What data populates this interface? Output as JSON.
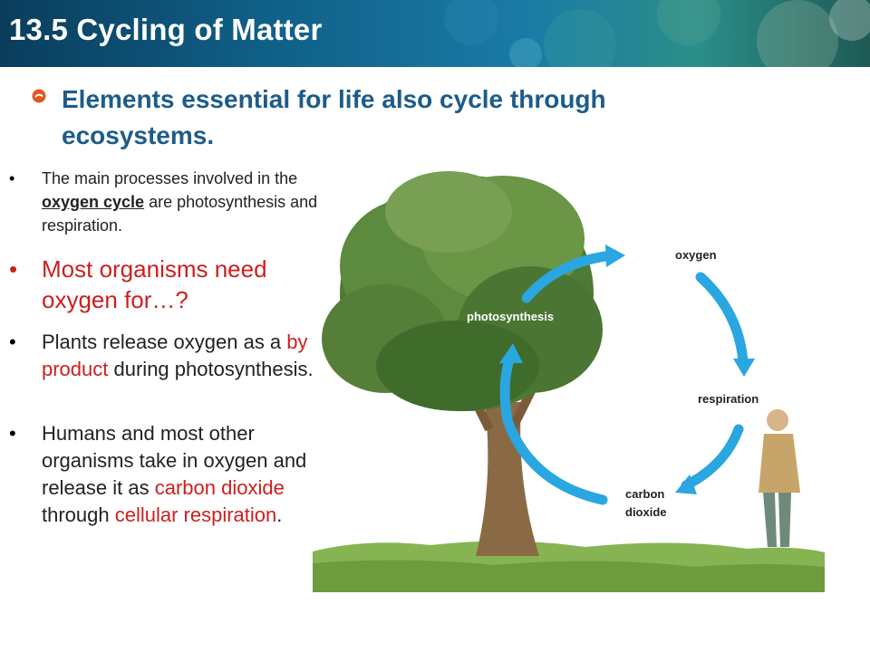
{
  "header": {
    "title": "13.5 Cycling of Matter"
  },
  "key_concept": {
    "text": "Elements essential for life also cycle through ecosystems."
  },
  "bullets": {
    "b1": {
      "p1": "The main processes involved in the ",
      "p2": "oxygen cycle",
      "p3": " are photosynthesis and respiration."
    },
    "b2": {
      "text": "Most organisms need oxygen for…?"
    },
    "b3": {
      "p1": "Plants release oxygen as a ",
      "p2": "by product",
      "p3": " during photosynthesis."
    },
    "b4": {
      "p1": "Humans and most other organisms take in oxygen and release it as ",
      "p2": "carbon dioxide",
      "p3": " through ",
      "p4": "cellular respiration",
      "p5": "."
    }
  },
  "diagram": {
    "labels": {
      "oxygen": "oxygen",
      "photosynthesis": "photosynthesis",
      "respiration": "respiration",
      "carbon": "carbon",
      "dioxide": "dioxide"
    },
    "colors": {
      "arrow": "#2aa6e0",
      "tree": "#4d7a35",
      "grass": "#86b452"
    }
  }
}
